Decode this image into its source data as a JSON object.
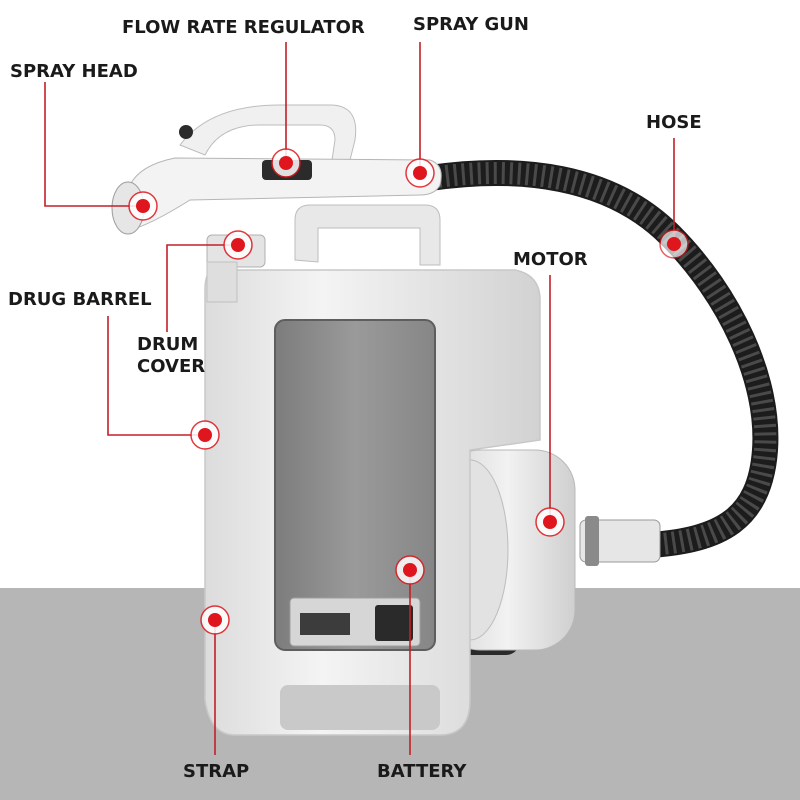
{
  "labels": {
    "spray_head": "SPRAY HEAD",
    "flow_rate_regulator": "FLOW RATE REGULATOR",
    "spray_gun": "SPRAY GUN",
    "hose": "HOSE",
    "motor": "MOTOR",
    "drug_barrel": "DRUG BARREL",
    "drum_cover_line1": "DRUM",
    "drum_cover_line2": "COVER",
    "strap": "STRAP",
    "battery": "BATTERY"
  },
  "colors": {
    "marker": "#e0161e",
    "leader_line": "#c2202a",
    "floor": "#b4b4b4",
    "body": "#ececec",
    "panel": "#8f8f8f",
    "hose": "#1c1c1c"
  }
}
